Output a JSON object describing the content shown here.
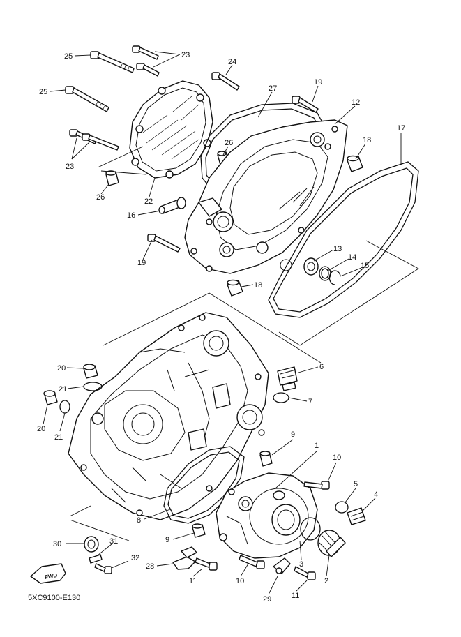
{
  "diagram": {
    "code": "5XC9100-E130",
    "fwd_label": "FWD",
    "callouts": [
      {
        "id": "c25a",
        "label": "25"
      },
      {
        "id": "c23a",
        "label": "23"
      },
      {
        "id": "c24",
        "label": "24"
      },
      {
        "id": "c25b",
        "label": "25"
      },
      {
        "id": "c27",
        "label": "27"
      },
      {
        "id": "c19a",
        "label": "19"
      },
      {
        "id": "c12",
        "label": "12"
      },
      {
        "id": "c26a",
        "label": "26"
      },
      {
        "id": "c18a",
        "label": "18"
      },
      {
        "id": "c17",
        "label": "17"
      },
      {
        "id": "c23b",
        "label": "23"
      },
      {
        "id": "c26b",
        "label": "26"
      },
      {
        "id": "c22",
        "label": "22"
      },
      {
        "id": "c16",
        "label": "16"
      },
      {
        "id": "c19b",
        "label": "19"
      },
      {
        "id": "c13",
        "label": "13"
      },
      {
        "id": "c14",
        "label": "14"
      },
      {
        "id": "c15",
        "label": "15"
      },
      {
        "id": "c18b",
        "label": "18"
      },
      {
        "id": "c20a",
        "label": "20"
      },
      {
        "id": "c6",
        "label": "6"
      },
      {
        "id": "c21a",
        "label": "21"
      },
      {
        "id": "c7",
        "label": "7"
      },
      {
        "id": "c20b",
        "label": "20"
      },
      {
        "id": "c21b",
        "label": "21"
      },
      {
        "id": "c9a",
        "label": "9"
      },
      {
        "id": "c1",
        "label": "1"
      },
      {
        "id": "c10a",
        "label": "10"
      },
      {
        "id": "c5",
        "label": "5"
      },
      {
        "id": "c4",
        "label": "4"
      },
      {
        "id": "c8",
        "label": "8"
      },
      {
        "id": "c30",
        "label": "30"
      },
      {
        "id": "c31",
        "label": "31"
      },
      {
        "id": "c9b",
        "label": "9"
      },
      {
        "id": "c3",
        "label": "3"
      },
      {
        "id": "c32",
        "label": "32"
      },
      {
        "id": "c28",
        "label": "28"
      },
      {
        "id": "c11a",
        "label": "11"
      },
      {
        "id": "c10b",
        "label": "10"
      },
      {
        "id": "c2",
        "label": "2"
      },
      {
        "id": "c11b",
        "label": "11"
      },
      {
        "id": "c29",
        "label": "29"
      }
    ]
  }
}
